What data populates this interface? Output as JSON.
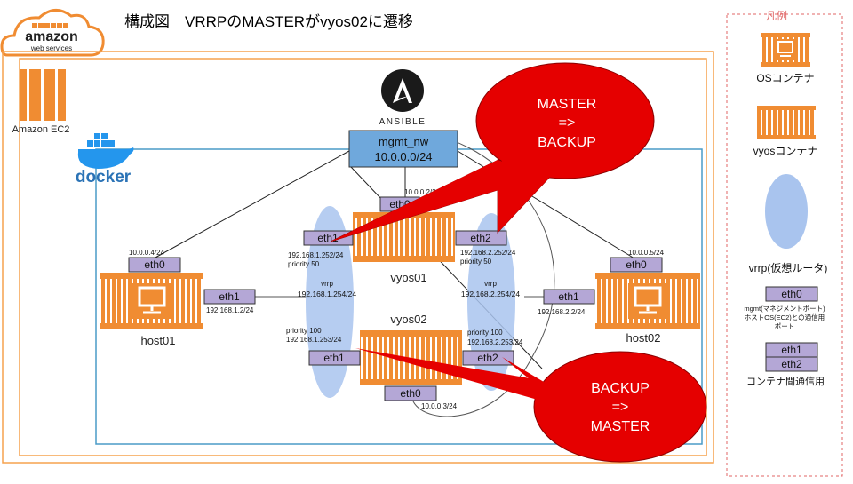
{
  "title": "構成図　VRRPのMASTERがvyos02に遷移",
  "aws_logo": {
    "name": "amazon",
    "sub": "web services"
  },
  "ec2_label": "Amazon EC2",
  "docker_label": "docker",
  "ansible_label": "ANSIBLE",
  "mgmt": {
    "name": "mgmt_nw",
    "subnet": "10.0.0.0/24"
  },
  "vyos01": {
    "name": "vyos01",
    "eth0": "eth0",
    "eth0_ip": "10.0.0.2/24",
    "eth1": "eth1",
    "eth1_ip": "192.168.1.252/24",
    "eth1_priority": "priority 50",
    "eth2": "eth2",
    "eth2_ip": "192.168.2.252/24",
    "eth2_priority": "priority 50"
  },
  "vyos02": {
    "name": "vyos02",
    "eth0": "eth0",
    "eth0_ip": "10.0.0.3/24",
    "eth1": "eth1",
    "eth1_ip": "192.168.1.253/24",
    "eth1_priority": "priority 100",
    "eth2": "eth2",
    "eth2_ip": "192.168.2.253/24",
    "eth2_priority": "priority 100"
  },
  "vrrp1": {
    "label": "vrrp",
    "vip": "192.168.1.254/24"
  },
  "vrrp2": {
    "label": "vrrp",
    "vip": "192.168.2.254/24"
  },
  "host01": {
    "name": "host01",
    "eth0": "eth0",
    "eth0_ip": "10.0.0.4/24",
    "eth1": "eth1",
    "eth1_ip": "192.168.1.2/24"
  },
  "host02": {
    "name": "host02",
    "eth0": "eth0",
    "eth0_ip": "10.0.0.5/24",
    "eth1": "eth1",
    "eth1_ip": "192.168.2.2/24"
  },
  "callout_top": {
    "line1": "MASTER",
    "line2": "=>",
    "line3": "BACKUP"
  },
  "callout_bottom": {
    "line1": "BACKUP",
    "line2": "=>",
    "line3": "MASTER"
  },
  "legend": {
    "title": "凡例",
    "os_container": "OSコンテナ",
    "vyos_container": "vyosコンテナ",
    "vrrp": "vrrp(仮想ルータ)",
    "mgmt_port": "eth0",
    "mgmt_desc1": "mgmt(マネジメントポート)",
    "mgmt_desc2": "ホストOS(EC2)との通信用",
    "mgmt_desc3": "ポート",
    "inter_port1": "eth1",
    "inter_port2": "eth2",
    "inter_desc": "コンテナ間通信用"
  },
  "colors": {
    "orange": "#f08c32",
    "vrrp_blue": "#a9c4ee",
    "port_purple": "#b4a7d6",
    "mgmt_blue": "#6fa8dc",
    "callout_red": "#e50000"
  }
}
